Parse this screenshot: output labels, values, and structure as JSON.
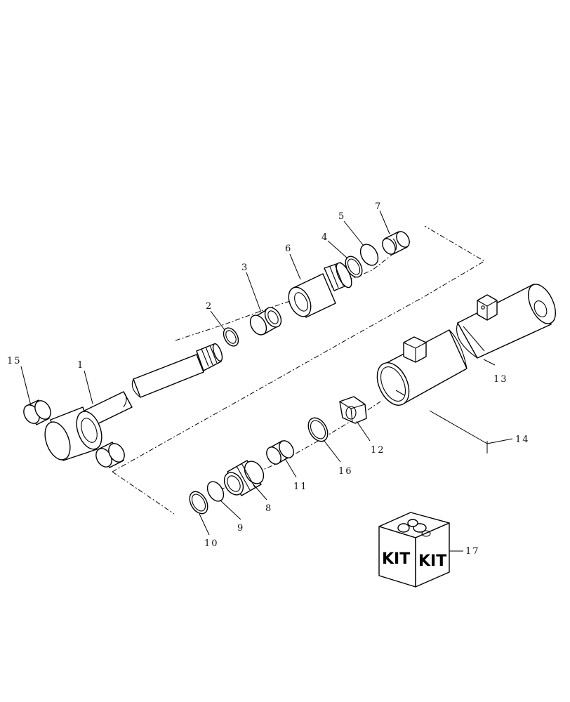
{
  "callouts": {
    "c1": "1",
    "c2": "2",
    "c3": "3",
    "c4": "4",
    "c5": "5",
    "c6": "6",
    "c7": "7",
    "c8": "8",
    "c9": "9",
    "c10": "10",
    "c11": "11",
    "c12": "12",
    "c13": "13",
    "c14": "14",
    "c15": "15",
    "c16": "16",
    "c17": "17"
  },
  "kit": {
    "label_left": "KIT",
    "label_right": "KIT"
  }
}
